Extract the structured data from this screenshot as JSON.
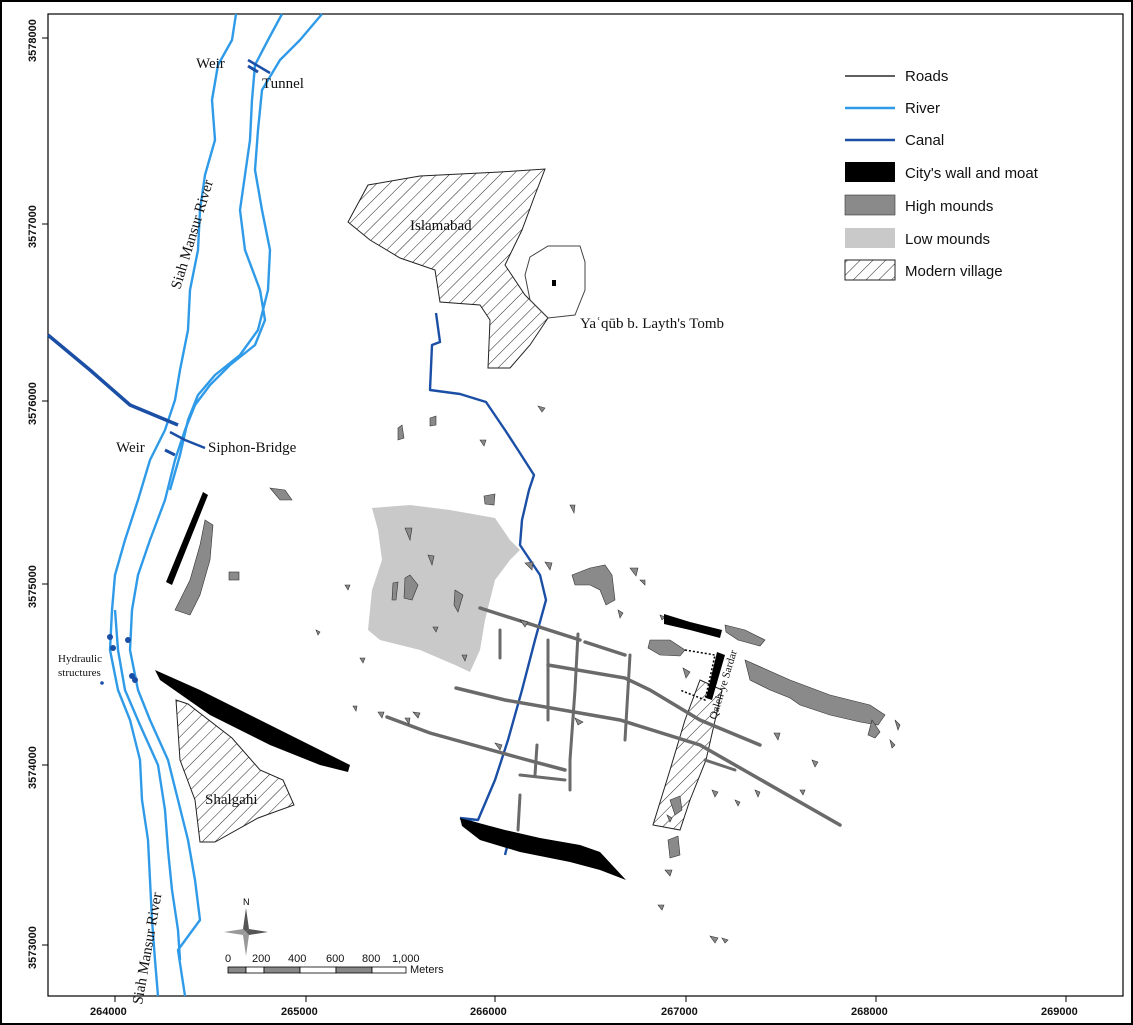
{
  "colors": {
    "river": "#2f9be8",
    "canal": "#1b4fa6",
    "road": "#000000",
    "wall": "#000000",
    "high_mound": "#8a8a8a",
    "low_mound": "#c9c9c9",
    "frame": "#000000"
  },
  "legend": {
    "items": [
      {
        "key": "roads",
        "label": "Roads"
      },
      {
        "key": "river",
        "label": "River"
      },
      {
        "key": "canal",
        "label": "Canal"
      },
      {
        "key": "wall",
        "label": "City's wall and moat"
      },
      {
        "key": "high",
        "label": "High mounds"
      },
      {
        "key": "low",
        "label": "Low mounds"
      },
      {
        "key": "village",
        "label": "Modern village"
      }
    ]
  },
  "labels": {
    "weir_top": "Weir",
    "tunnel": "Tunnel",
    "river_top": "Siah Mansur River",
    "islamabad": "Islamabad",
    "tomb": "Yaʿqūb b. Layth's Tomb",
    "weir_mid": "Weir",
    "siphon": "Siphon-Bridge",
    "hydraulic_1": "Hydraulic",
    "hydraulic_2": "structures",
    "shalgahi": "Shalgahi",
    "river_bottom": "Siah Mansur River",
    "qaleh": "Qaleh-ye Sardar"
  },
  "x_ticks": [
    "264000",
    "265000",
    "266000",
    "267000",
    "268000",
    "269000"
  ],
  "y_ticks": [
    "3578000",
    "3577000",
    "3576000",
    "3575000",
    "3574000",
    "3573000"
  ],
  "scale_bar": {
    "labels": [
      "0",
      "200",
      "400",
      "600",
      "800",
      "1,000"
    ],
    "unit": "Meters"
  },
  "north_label": "N"
}
